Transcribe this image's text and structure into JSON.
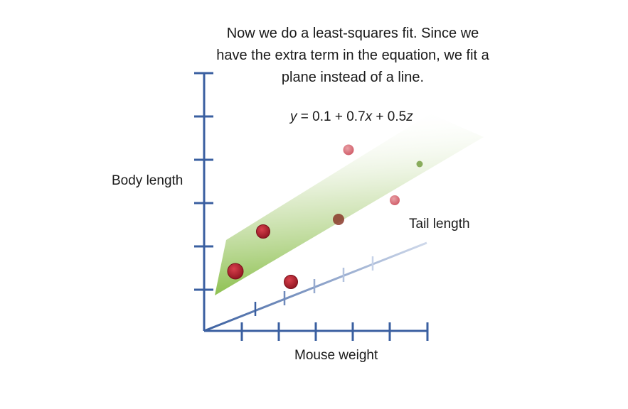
{
  "caption": {
    "line1": "Now we do a least-squares fit. Since we",
    "line2": "have the extra term in the equation, we fit a",
    "line3": "plane instead of a line."
  },
  "equation": {
    "lhs": "y",
    "eq": " = 0.1 + 0.7",
    "x": "x",
    "mid": " + 0.5",
    "z": "z"
  },
  "axes": {
    "y_label": "Body length",
    "z_label": "Tail length",
    "x_label": "Mouse weight"
  },
  "colors": {
    "axis": "#3a5fa0",
    "plane": "#7fb93a",
    "point": "#b0202c",
    "point_faded": "#d9707a"
  }
}
